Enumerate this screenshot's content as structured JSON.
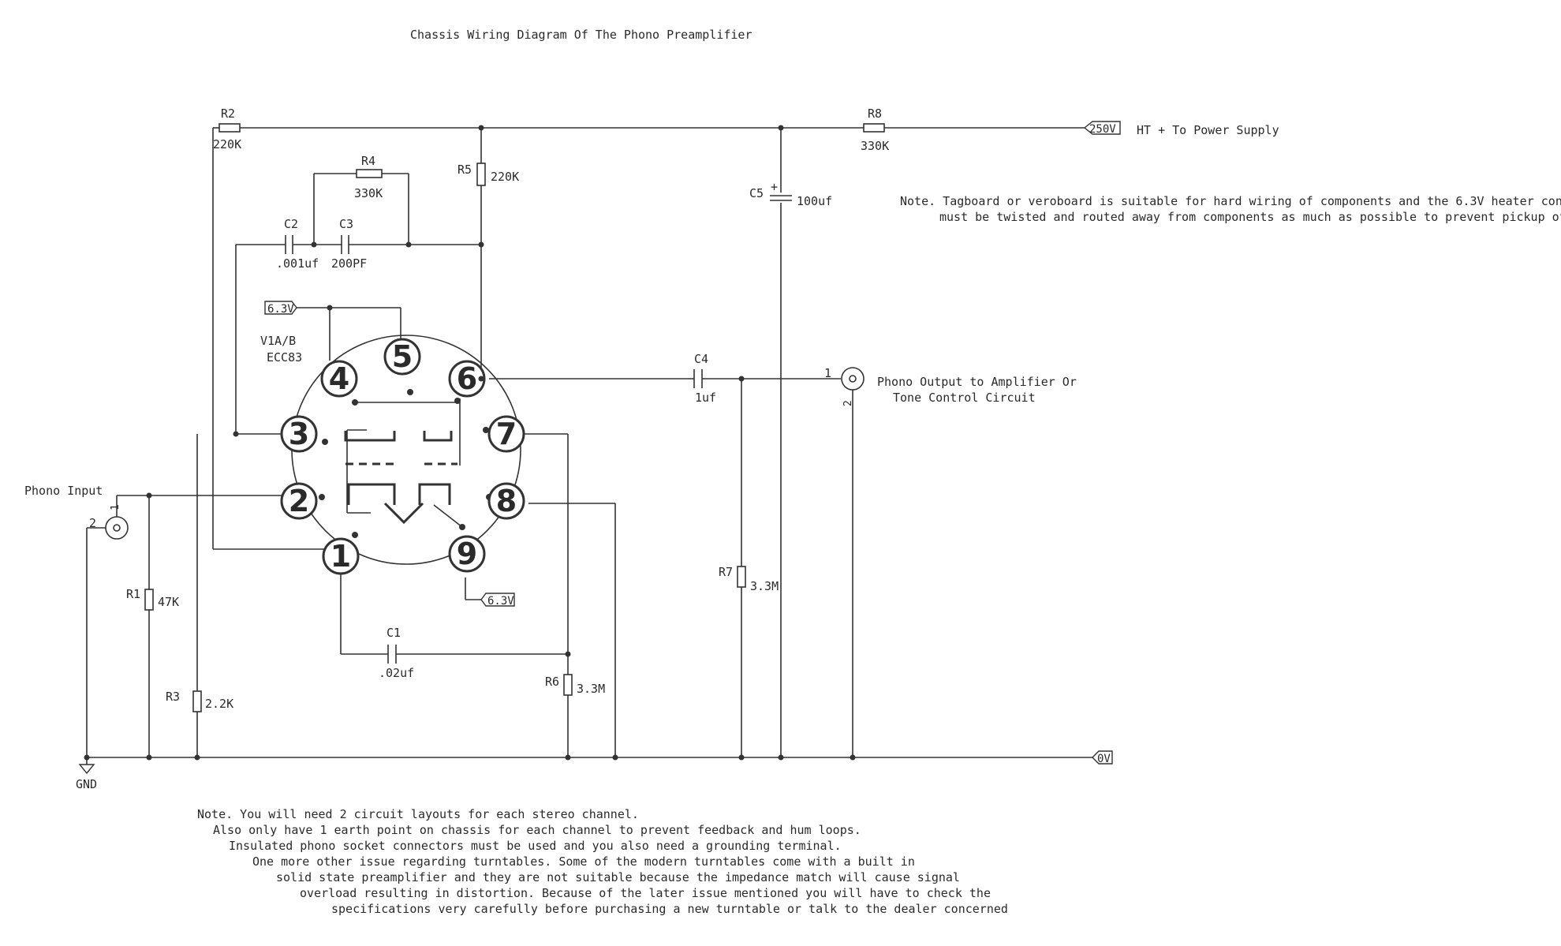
{
  "title": "Chassis Wiring Diagram Of The Phono Preamplifier",
  "tube": {
    "ref": "V1A/B",
    "type": "ECC83",
    "pins": [
      "1",
      "2",
      "3",
      "4",
      "5",
      "6",
      "7",
      "8",
      "9"
    ]
  },
  "components": {
    "r1": {
      "ref": "R1",
      "value": "47K"
    },
    "r2": {
      "ref": "R2",
      "value": "220K"
    },
    "r3": {
      "ref": "R3",
      "value": "2.2K"
    },
    "r4": {
      "ref": "R4",
      "value": "330K"
    },
    "r5": {
      "ref": "R5",
      "value": "220K"
    },
    "r6": {
      "ref": "R6",
      "value": "3.3M"
    },
    "r7": {
      "ref": "R7",
      "value": "3.3M"
    },
    "r8": {
      "ref": "R8",
      "value": "330K"
    },
    "c1": {
      "ref": "C1",
      "value": ".02uf"
    },
    "c2": {
      "ref": "C2",
      "value": ".001uf"
    },
    "c3": {
      "ref": "C3",
      "value": "200PF"
    },
    "c4": {
      "ref": "C4",
      "value": "1uf"
    },
    "c5": {
      "ref": "C5",
      "value": "100uf",
      "polarity": "+"
    }
  },
  "net_labels": {
    "ht": "250V",
    "ht_desc": "HT + To Power Supply",
    "heater_a": "6.3V",
    "heater_b": "6.3V",
    "zero": "0V",
    "gnd": "GND"
  },
  "connectors": {
    "input": {
      "label": "Phono Input",
      "pin1": "1",
      "pin2": "2"
    },
    "output": {
      "label_line1": "Phono Output to Amplifier Or",
      "label_line2": "Tone Control Circuit",
      "pin1": "1",
      "pin2": "2"
    }
  },
  "note_top": [
    "Note. Tagboard or veroboard is suitable for hard wiring of components and the 6.3V heater connections",
    "must be twisted and routed away from components as much as possible to prevent pickup of hum"
  ],
  "note_bottom": [
    "Note. You will need 2 circuit layouts for each stereo channel.",
    "Also only have 1 earth point on chassis for each channel to prevent feedback and hum loops.",
    "Insulated phono socket connectors must be used and you also need a grounding terminal.",
    "One more other issue regarding turntables. Some of the modern turntables come with a built in",
    "solid state preamplifier and they are not suitable because the impedance match will cause signal",
    "overload resulting in distortion. Because of the later issue mentioned you will have to check the",
    "specifications very carefully before purchasing a new turntable or talk to the dealer concerned"
  ]
}
